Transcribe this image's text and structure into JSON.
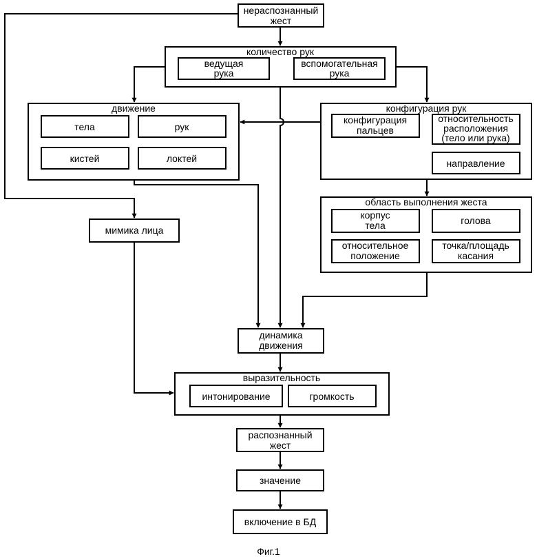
{
  "nodes": {
    "unrecognized": [
      "нераспознанный",
      "жест"
    ],
    "hand_count": "количество рук",
    "leading_hand": [
      "ведущая",
      "рука"
    ],
    "auxiliary_hand": [
      "вспомогательная",
      "рука"
    ],
    "movement": "движение",
    "body": "тела",
    "hands": "рук",
    "wrists": "кистей",
    "elbows": "локтей",
    "hand_config": "конфигурация рук",
    "finger_config": [
      "конфигурация",
      "пальцев"
    ],
    "relative_position": [
      "относительность",
      "расположения",
      "(тело или рука)"
    ],
    "direction": "направление",
    "gesture_area": "область выполнения жеста",
    "torso": [
      "корпус",
      "тела"
    ],
    "head": "голова",
    "relative_location": [
      "относительное",
      "положение"
    ],
    "touch_point": [
      "точка/площадь",
      "касания"
    ],
    "facial_expression": "мимика лица",
    "motion_dynamics": [
      "динамика",
      "движения"
    ],
    "expressiveness": "выразительность",
    "intonation": "интонирование",
    "loudness": "громкость",
    "recognized": [
      "распознанный",
      "жест"
    ],
    "meaning": "значение",
    "db_inclusion": "включение в БД"
  },
  "caption": "Фиг.1"
}
